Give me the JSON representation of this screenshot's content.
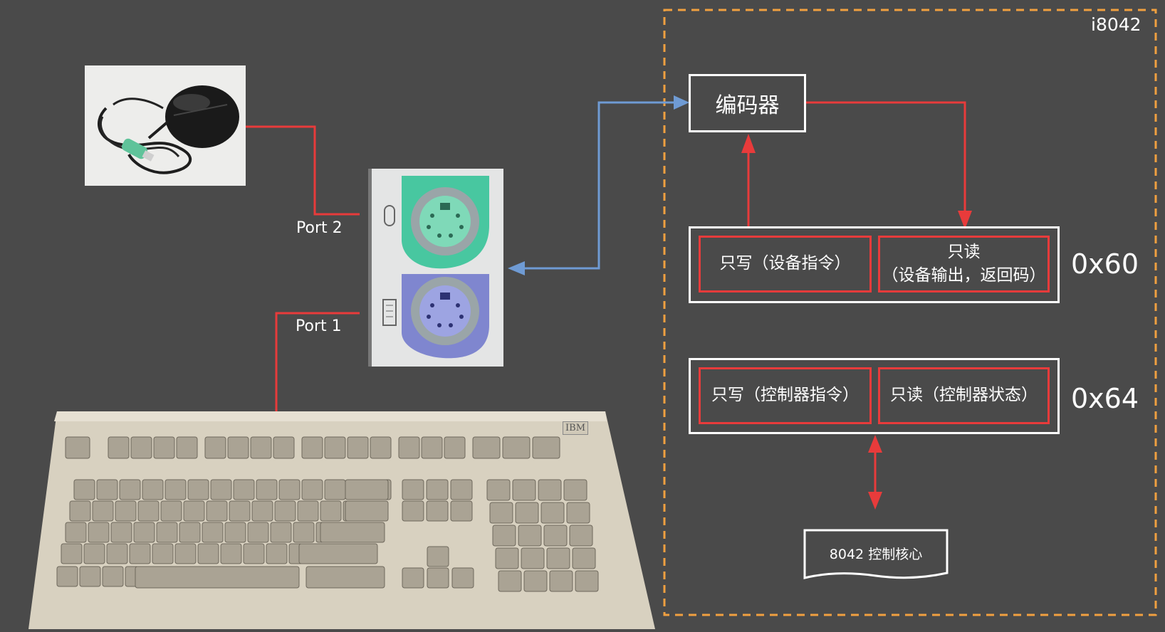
{
  "diagram": {
    "controller_label": "i8042",
    "port2_label": "Port 2",
    "port1_label": "Port 1",
    "encoder_label": "编码器",
    "data_port": {
      "write_label": "只写（设备指令）",
      "read_label_line1": "只读",
      "read_label_line2": "（设备输出，返回码）",
      "address": "0x60"
    },
    "status_port": {
      "write_label": "只写（控制器指令）",
      "read_label": "只读（控制器状态）",
      "address": "0x64"
    },
    "core_label": "8042 控制核心",
    "keyboard_brand": "IBM"
  },
  "colors": {
    "background": "#4a4a4a",
    "red_line": "#e83b3b",
    "blue_line": "#6f9bd4",
    "orange_dash": "#f0a040",
    "ps2_mouse": "#48c7a0",
    "ps2_keyboard": "#7f86cf"
  }
}
